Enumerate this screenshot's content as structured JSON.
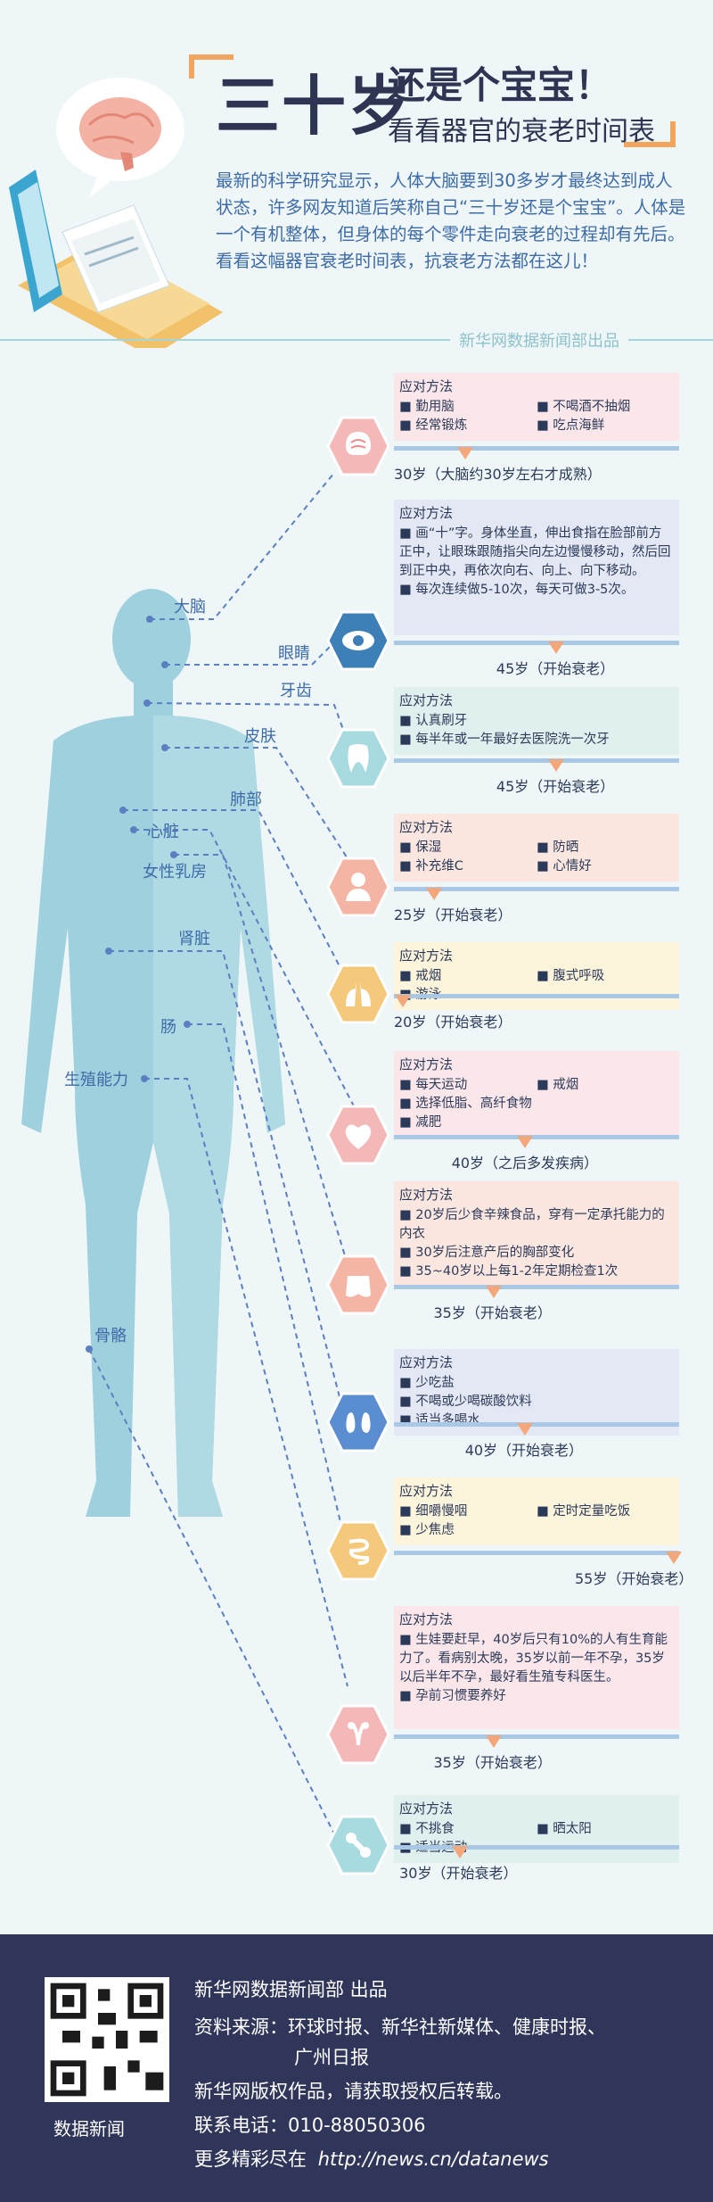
{
  "header": {
    "title_main": "三十岁",
    "title_side": "还是个宝宝！",
    "subtitle": "看看器官的衰老时间表",
    "intro": "最新的科学研究显示，人体大脑要到30多岁才最终达到成人状态，许多网友知道后笑称自己“三十岁还是个宝宝”。人体是一个有机整体，但身体的每个零件走向衰老的过程却有先后。看看这幅器官衰老时间表，抗衰老方法都在这儿！",
    "credit": "新华网数据新闻部出品"
  },
  "labels": {
    "brain": "大脑",
    "eye": "眼睛",
    "teeth": "牙齿",
    "skin": "皮肤",
    "lung": "肺部",
    "heart": "心脏",
    "breast": "女性乳房",
    "kidney": "肾脏",
    "intestine": "肠",
    "reproduction": "生殖能力",
    "bone": "骨骼"
  },
  "method_title": "应对方法",
  "cards": [
    {
      "key": "brain",
      "items": [
        "勤用脑",
        "不喝酒不抽烟",
        "经常锻炼",
        "吃点海鲜"
      ],
      "age": "30岁（大脑约30岁左右才成熟）",
      "marker_pct": 0.25,
      "color": "#fbe7ea"
    },
    {
      "key": "eye",
      "items": [
        "画“十”字。身体坐直，伸出食指在脸部前方正中，让眼珠跟随指尖向左边慢慢移动，然后回到正中央，再依次向右、向上、向下移动。",
        "每次连续做5-10次，每天可做3-5次。"
      ],
      "age": "45岁（开始衰老）",
      "marker_pct": 0.57,
      "color": "#e3e8f4"
    },
    {
      "key": "teeth",
      "items": [
        "认真刷牙",
        "每半年或一年最好去医院洗一次牙"
      ],
      "age": "45岁（开始衰老）",
      "marker_pct": 0.57,
      "color": "#dff0ef"
    },
    {
      "key": "skin",
      "items": [
        "保湿",
        "防晒",
        "补充维C",
        "心情好"
      ],
      "age": "25岁（开始衰老）",
      "marker_pct": 0.14,
      "color": "#fbe7df"
    },
    {
      "key": "lung",
      "items": [
        "戒烟",
        "腹式呼吸",
        "游泳"
      ],
      "age": "20岁（开始衰老）",
      "marker_pct": 0.03,
      "color": "#fdf4dc"
    },
    {
      "key": "heart",
      "items": [
        "每天运动",
        "戒烟",
        "选择低脂、高纤食物",
        "减肥"
      ],
      "age": "40岁（之后多发疾病）",
      "marker_pct": 0.46,
      "color": "#fbe7ea"
    },
    {
      "key": "breast",
      "items": [
        "20岁后少食辛辣食品，穿有一定承托能力的内衣",
        "30岁后注意产后的胸部变化",
        "35~40岁以上每1-2年定期检查1次"
      ],
      "age": "35岁（开始衰老）",
      "marker_pct": 0.35,
      "color": "#fbe7df"
    },
    {
      "key": "kidney",
      "items": [
        "少吃盐",
        "不喝或少喝碳酸饮料",
        "适当多喝水"
      ],
      "age": "40岁（开始衰老）",
      "marker_pct": 0.46,
      "color": "#e3e8f4"
    },
    {
      "key": "intestine",
      "items": [
        "细嚼慢咽",
        "定时定量吃饭",
        "少焦虑"
      ],
      "age": "55岁（开始衰老）",
      "marker_pct": 0.98,
      "color": "#fdf4dc"
    },
    {
      "key": "reproduction",
      "items": [
        "生娃要赶早，40岁后只有10%的人有生育能力了。看病别太晚，35岁以前一年不孕，35岁以后半年不孕，最好看生殖专科医生。",
        "孕前习惯要养好"
      ],
      "age": "35岁（开始衰老）",
      "marker_pct": 0.35,
      "color": "#fbe7ea"
    },
    {
      "key": "bone",
      "items": [
        "不挑食",
        "晒太阳",
        "适当运动"
      ],
      "age": "30岁（开始衰老）",
      "marker_pct": 0.23,
      "color": "#dff0ef"
    }
  ],
  "footer": {
    "qr_label": "数据新闻",
    "line1": "新华网数据新闻部 出品",
    "line2": "资料来源：环球时报、新华社新媒体、健康时报、",
    "line3": "广州日报",
    "line4": "新华网版权作品，请获取授权后转载。",
    "line5": "联系电话：010-88050306",
    "line6_prefix": "更多精彩尽在",
    "line6_url": "http://news.cn/datanews"
  },
  "colors": {
    "navy": "#2e3552",
    "blue_text": "#3d6ba8",
    "body": "#9fd0de",
    "marker": "#f3a77a",
    "footer_bg": "#30355a"
  }
}
